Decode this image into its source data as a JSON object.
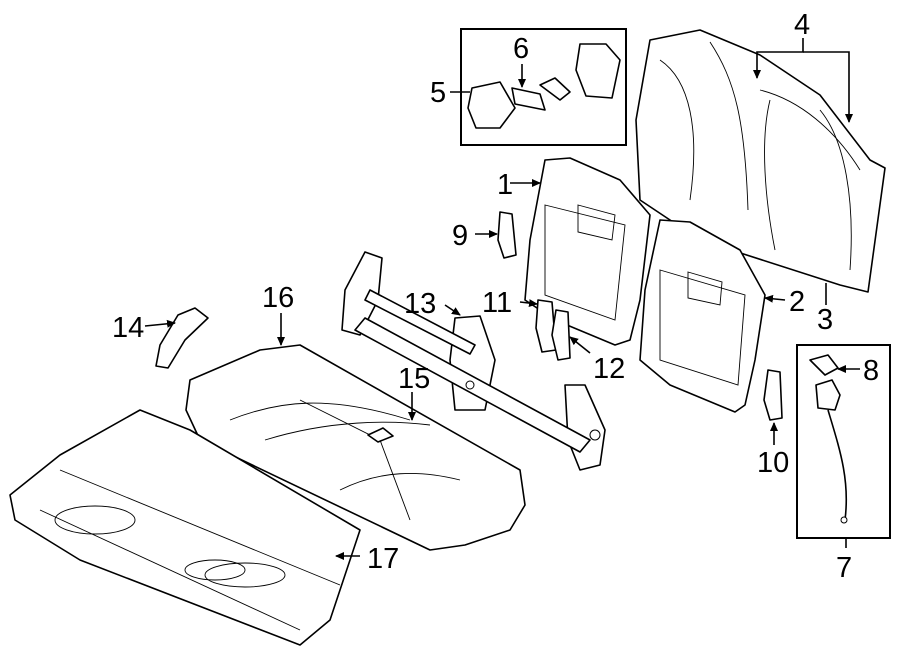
{
  "diagram": {
    "callouts": {
      "c1": "1",
      "c2": "2",
      "c3": "3",
      "c4": "4",
      "c5": "5",
      "c6": "6",
      "c7": "7",
      "c8": "8",
      "c9": "9",
      "c10": "10",
      "c11": "11",
      "c12": "12",
      "c13": "13",
      "c14": "14",
      "c15": "15",
      "c16": "16",
      "c17": "17"
    },
    "colors": {
      "line": "#000000",
      "background": "#ffffff"
    }
  }
}
